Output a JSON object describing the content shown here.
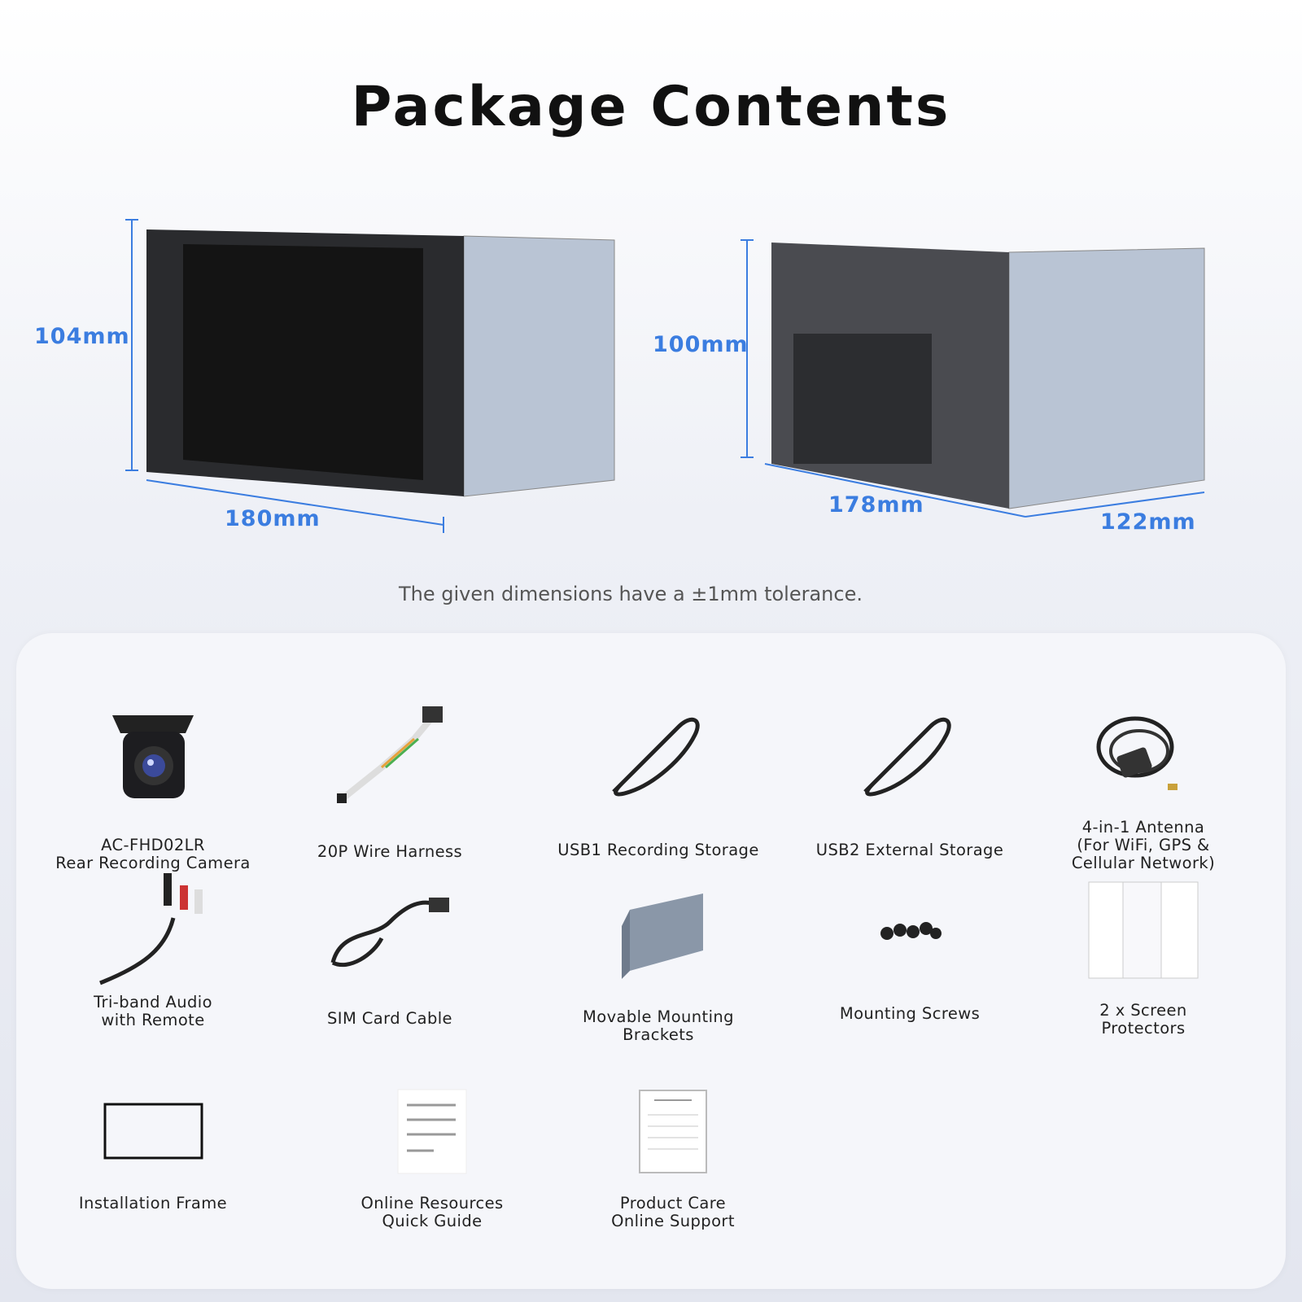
{
  "title": "Package Contents",
  "dimensions": {
    "front_height": "104mm",
    "front_width": "180mm",
    "rear_height": "100mm",
    "rear_width": "178mm",
    "rear_depth": "122mm"
  },
  "tolerance_note": "The given dimensions have a ±1mm tolerance.",
  "accent_color": "#3b7de0",
  "items": [
    {
      "label": "AC-FHD02LR\nRear Recording Camera",
      "icon": "camera-icon"
    },
    {
      "label": "20P Wire Harness",
      "icon": "wire-harness-icon"
    },
    {
      "label": "USB1 Recording Storage",
      "icon": "usb-cable-icon"
    },
    {
      "label": "USB2 External Storage",
      "icon": "usb-cable-icon"
    },
    {
      "label": "4-in-1 Antenna\n(For WiFi, GPS &\nCellular Network)",
      "icon": "antenna-icon"
    },
    {
      "label": "Tri-band Audio\nwith Remote",
      "icon": "audio-cable-icon"
    },
    {
      "label": "SIM Card Cable",
      "icon": "sim-cable-icon"
    },
    {
      "label": "Movable Mounting\nBrackets",
      "icon": "bracket-icon"
    },
    {
      "label": "Mounting Screws",
      "icon": "screws-icon"
    },
    {
      "label": "2 x Screen\nProtectors",
      "icon": "screen-protector-icon"
    },
    {
      "label": "Installation Frame",
      "icon": "frame-icon"
    },
    {
      "label": "Online Resources\nQuick Guide",
      "icon": "guide-icon"
    },
    {
      "label": "Product Care\nOnline Support",
      "icon": "support-card-icon"
    }
  ]
}
